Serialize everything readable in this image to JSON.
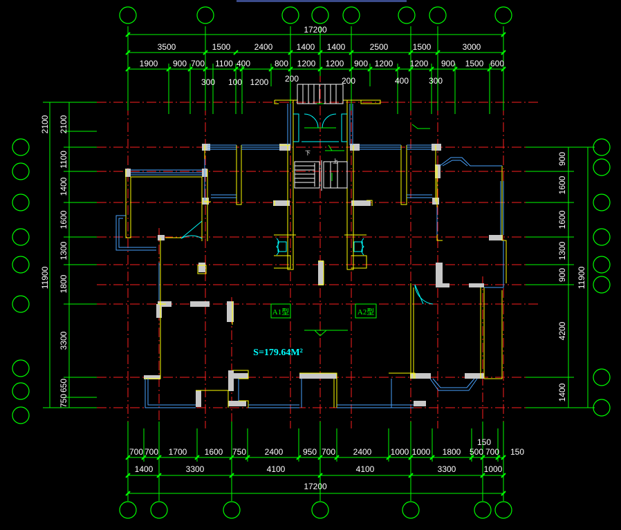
{
  "top_dims": {
    "total": "17200",
    "row1": [
      "3500",
      "1500",
      "2400",
      "1400",
      "1400",
      "2500",
      "1500",
      "3000"
    ],
    "row2": [
      "1900",
      "900",
      "700",
      "1100",
      "400",
      "800",
      "1200",
      "1200",
      "900",
      "1200",
      "1200",
      "900",
      "1500",
      "600"
    ],
    "row3": [
      "300",
      "100",
      "1200",
      "200",
      "200",
      "400",
      "300"
    ]
  },
  "bottom_dims": {
    "total": "17200",
    "row1": [
      "1400",
      "3300",
      "4100",
      "4100",
      "3300",
      "1000"
    ],
    "row2": [
      "700",
      "700",
      "1700",
      "1600",
      "750",
      "2400",
      "950",
      "700",
      "2400",
      "1000",
      "1000",
      "1800",
      "500",
      "700",
      "150"
    ],
    "extra": "150"
  },
  "left_dims": {
    "total": "11900",
    "row": [
      "2100",
      "2100",
      "1100",
      "1400",
      "1600",
      "1300",
      "1800",
      "3300",
      "750",
      "650"
    ]
  },
  "right_dims": {
    "total": "11900",
    "row": [
      "900",
      "1600",
      "1600",
      "1300",
      "900",
      "4200",
      "1400"
    ]
  },
  "labels": {
    "unit_a1": "A1型",
    "unit_a2": "A2型",
    "area": "S=179.64M²",
    "down": "下",
    "up": "上"
  },
  "colors": {
    "grid_axis": "#00ff00",
    "axis_red": "#ff2020",
    "wall_yellow": "#ffff00",
    "wall_fill": "#c0c0c0",
    "window_blue": "#4aa3ff",
    "door_cyan": "#00ffff"
  }
}
